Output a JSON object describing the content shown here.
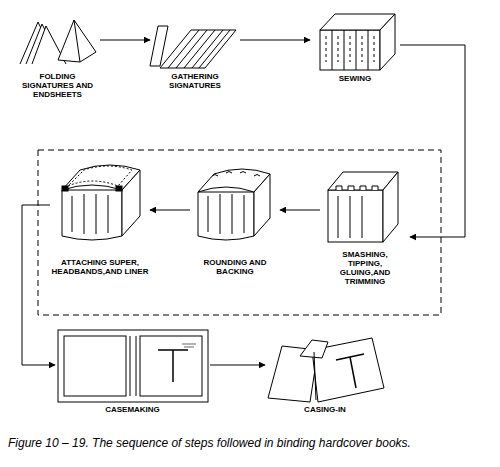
{
  "diagram": {
    "caption": "Figure 10 – 19. The sequence of steps followed in binding hardcover books.",
    "nodes": [
      {
        "text": [
          "FOLDING SIGNATURES AND ENDSHEETS"
        ]
      },
      {
        "text": [
          "GATHERING SIGNATURES"
        ]
      },
      {
        "text": [
          "SEWING"
        ]
      },
      {
        "text": [
          "ATTACHING SUPER, HEADBANDS,AND LINER"
        ]
      },
      {
        "text": [
          "ROUNDING AND BACKING"
        ]
      },
      {
        "text": [
          "SMASHING, TIPPING, GLUING,AND TRIMMING"
        ]
      },
      {
        "text": [
          "CASEMAKING"
        ]
      },
      {
        "text": [
          "CASING-IN"
        ]
      }
    ],
    "edges": [
      {
        "from": 0,
        "to": 1,
        "arrow": "to"
      },
      {
        "from": 1,
        "to": 2,
        "arrow": "to"
      },
      {
        "from": 2,
        "to": 5,
        "arrow": "to"
      },
      {
        "from": 5,
        "to": 4,
        "arrow": "to"
      },
      {
        "from": 4,
        "to": 3,
        "arrow": "to"
      },
      {
        "from": 3,
        "to": 6,
        "arrow": "to"
      },
      {
        "from": 6,
        "to": 7,
        "arrow": "to"
      }
    ]
  }
}
